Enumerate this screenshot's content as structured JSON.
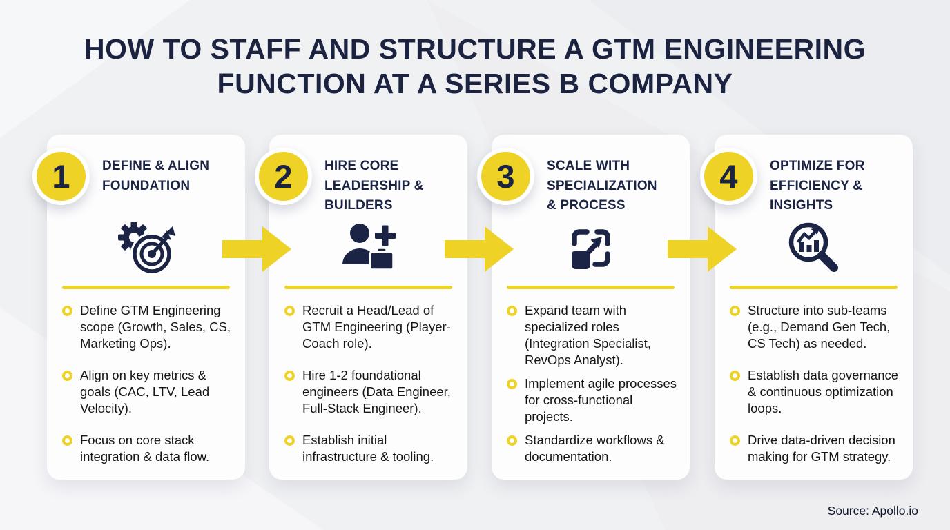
{
  "title": {
    "line1": "HOW TO STAFF AND STRUCTURE A GTM ENGINEERING",
    "line2": "FUNCTION AT A SERIES B COMPANY"
  },
  "source": "Source: Apollo.io",
  "colors": {
    "yellow": "#EFD226",
    "navy": "#1B2444",
    "text": "#161616",
    "background": "#F0F1F3",
    "card": "#FDFDFE"
  },
  "steps": [
    {
      "number": "1",
      "title": "DEFINE & ALIGN FOUNDATION",
      "icon": "gear-target-icon",
      "bullets": [
        "Define GTM Engineering scope (Growth, Sales, CS, Marketing Ops).",
        "Align on key metrics & goals (CAC, LTV, Lead Velocity).",
        "Focus on core stack integration & data flow."
      ]
    },
    {
      "number": "2",
      "title": "HIRE CORE LEADERSHIP & BUILDERS",
      "icon": "person-plus-briefcase-icon",
      "bullets": [
        "Recruit a Head/Lead of GTM Engineering (Player-Coach role).",
        "Hire 1-2 foundational engineers (Data Engineer, Full-Stack Engineer).",
        "Establish initial infrastructure & tooling."
      ]
    },
    {
      "number": "3",
      "title": "SCALE WITH SPECIALIZATION & PROCESS",
      "icon": "expand-scale-icon",
      "bullets": [
        "Expand team with specialized roles (Integration Specialist, RevOps Analyst).",
        "Implement agile processes for cross-functional projects.",
        "Standardize workflows & documentation."
      ]
    },
    {
      "number": "4",
      "title": "OPTIMIZE FOR EFFICIENCY & INSIGHTS",
      "icon": "magnifier-chart-icon",
      "bullets": [
        "Structure into sub-teams (e.g., Demand Gen Tech, CS Tech) as needed.",
        "Establish data governance & continuous optimization loops.",
        "Drive data-driven decision making for GTM strategy."
      ]
    }
  ]
}
